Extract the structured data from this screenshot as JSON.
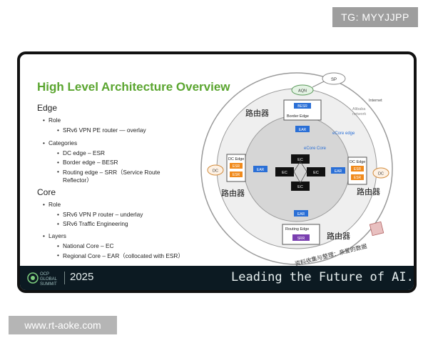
{
  "watermark_top": "TG: MYYJJPP",
  "watermark_bottom": "www.rt-aoke.com",
  "slide": {
    "title": "High Level Architecture Overview",
    "edge": {
      "heading": "Edge",
      "role_label": "Role",
      "role_items": [
        "SRv6 VPN PE router — overlay"
      ],
      "categories_label": "Categories",
      "category_items": [
        "DC edge – ESR",
        "Border edge – BESR",
        "Routing edge – SRR（Service Route",
        "Reflector）"
      ]
    },
    "core": {
      "heading": "Core",
      "role_label": "Role",
      "role_items": [
        "SRv6 VPN P router – underlay",
        "SRv6 Traffic Engineering"
      ],
      "layers_label": "Layers",
      "layer_items": [
        "National Core – EC",
        "Regional Core – EAR（collocated with ESR）"
      ]
    },
    "diagram": {
      "sp": "SP",
      "aqn": "AQN",
      "internet": "Internet",
      "alibaba_network": [
        "Alibaba",
        "network"
      ],
      "besr": "BESR",
      "border_edge": "Border Edge",
      "router_cn_1": "路由器",
      "router_cn_2": "路由器",
      "router_cn_3": "路由器",
      "router_cn_4": "路由器",
      "ear": "EAR",
      "ecore_edge": "eCore edge",
      "ecore_core": "eCore Core",
      "ec": "EC",
      "dc_edge_left": "DC Edge",
      "dc_edge_right": "DC Edge",
      "esr": "ESR",
      "dc": "DC",
      "routing_edge": "Routing Edge",
      "srr": "SRR",
      "handwriting": "资料收集与整理：亲爱的数据"
    },
    "footer": {
      "logo": "OCP GLOBAL SUMMIT",
      "year": "2025",
      "tagline": "Leading the Future of AI."
    }
  }
}
